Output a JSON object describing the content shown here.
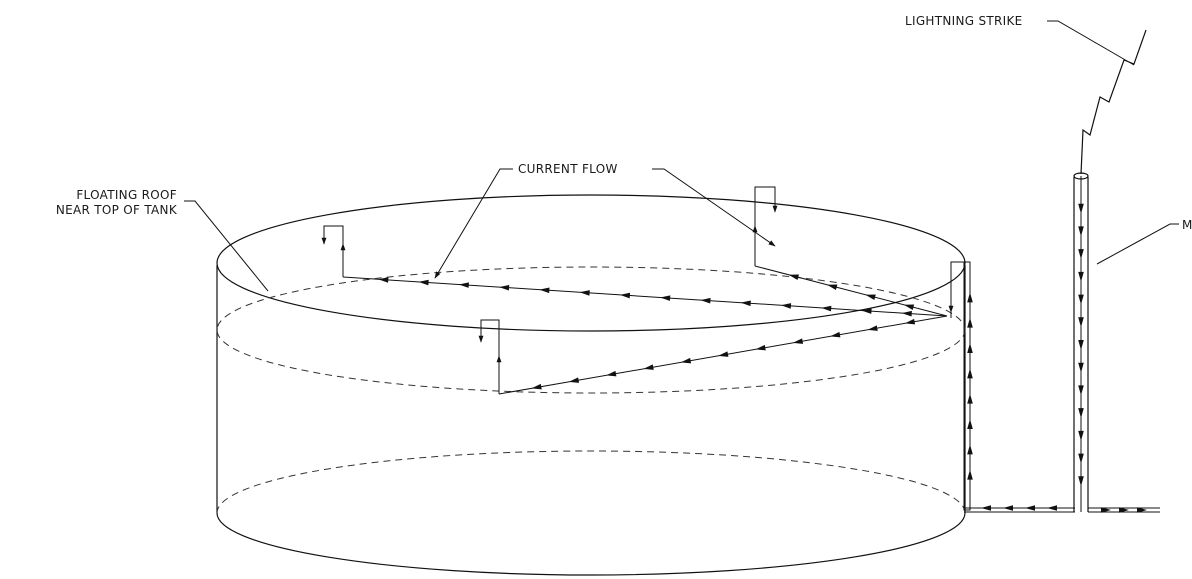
{
  "labels": {
    "lightning_strike": "LIGHTNING STRIKE",
    "mast": "MAST",
    "current_flow": "CURRENT FLOW",
    "floating_roof_line1": "FLOATING ROOF",
    "floating_roof_line2": "NEAR TOP OF TANK"
  }
}
